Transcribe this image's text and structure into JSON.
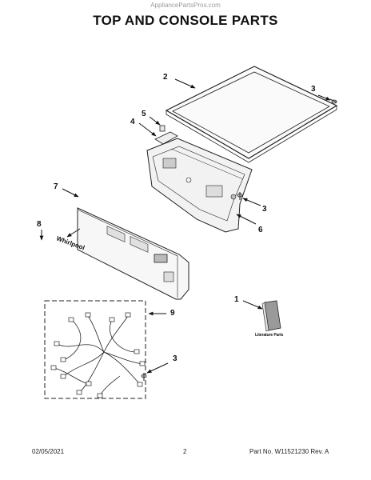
{
  "header": {
    "watermark": "AppliancePartsPros.com",
    "title": "TOP AND CONSOLE PARTS"
  },
  "callouts": [
    {
      "id": "c2",
      "label": "2"
    },
    {
      "id": "c3a",
      "label": "3"
    },
    {
      "id": "c5",
      "label": "5"
    },
    {
      "id": "c4",
      "label": "4"
    },
    {
      "id": "c3b",
      "label": "3"
    },
    {
      "id": "c6",
      "label": "6"
    },
    {
      "id": "c7",
      "label": "7"
    },
    {
      "id": "c8",
      "label": "8"
    },
    {
      "id": "c1",
      "label": "1"
    },
    {
      "id": "c9",
      "label": "9"
    },
    {
      "id": "c3c",
      "label": "3"
    }
  ],
  "literature": {
    "label": "Literature Parts"
  },
  "footer": {
    "date": "02/05/2021",
    "page": "2",
    "part_number": "Part No. W11521230  Rev. A"
  }
}
